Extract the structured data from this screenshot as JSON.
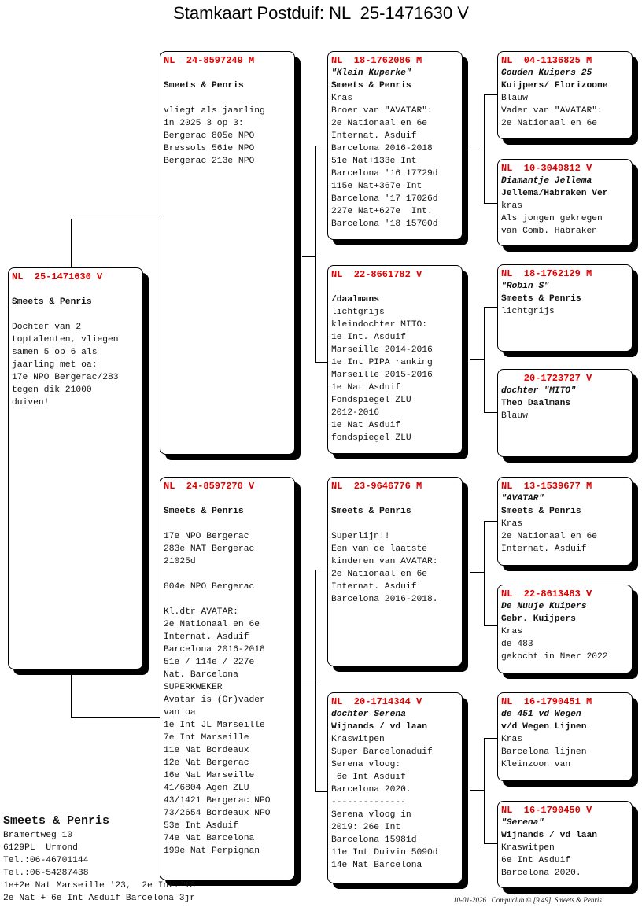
{
  "title": "Stamkaart Postduif: NL  25-1471630 V",
  "colors": {
    "ring": "#e00000",
    "text": "#111111"
  },
  "cards": {
    "subject": [
      {
        "s": "ring",
        "t": "NL  25-1471630 V"
      },
      {
        "s": "blank",
        "t": ""
      },
      {
        "s": "owner",
        "t": "Smeets & Penris"
      },
      {
        "s": "blank",
        "t": ""
      },
      {
        "s": "plain",
        "t": "Dochter van 2"
      },
      {
        "s": "plain",
        "t": "toptalenten, vliegen"
      },
      {
        "s": "plain",
        "t": "samen 5 op 6 als"
      },
      {
        "s": "plain",
        "t": "jaarling met oa:"
      },
      {
        "s": "plain",
        "t": "17e NPO Bergerac/283"
      },
      {
        "s": "plain",
        "t": "tegen dik 21000"
      },
      {
        "s": "plain",
        "t": "duiven!"
      }
    ],
    "sire": [
      {
        "s": "ring",
        "t": "NL  24-8597249 M"
      },
      {
        "s": "blank",
        "t": ""
      },
      {
        "s": "owner",
        "t": "Smeets & Penris"
      },
      {
        "s": "blank",
        "t": ""
      },
      {
        "s": "plain",
        "t": "vliegt als jaarling"
      },
      {
        "s": "plain",
        "t": "in 2025 3 op 3:"
      },
      {
        "s": "plain",
        "t": "Bergerac 805e NPO"
      },
      {
        "s": "plain",
        "t": "Bressols 561e NPO"
      },
      {
        "s": "plain",
        "t": "Bergerac 213e NPO"
      }
    ],
    "dam": [
      {
        "s": "ring",
        "t": "NL  24-8597270 V"
      },
      {
        "s": "blank",
        "t": ""
      },
      {
        "s": "owner",
        "t": "Smeets & Penris"
      },
      {
        "s": "blank",
        "t": ""
      },
      {
        "s": "plain",
        "t": "17e NPO Bergerac"
      },
      {
        "s": "plain",
        "t": "283e NAT Bergerac"
      },
      {
        "s": "plain",
        "t": "21025d"
      },
      {
        "s": "blank",
        "t": ""
      },
      {
        "s": "plain",
        "t": "804e NPO Bergerac"
      },
      {
        "s": "blank",
        "t": ""
      },
      {
        "s": "plain",
        "t": "Kl.dtr AVATAR:"
      },
      {
        "s": "plain",
        "t": "2e Nationaal en 6e"
      },
      {
        "s": "plain",
        "t": "Internat. Asduif"
      },
      {
        "s": "plain",
        "t": "Barcelona 2016-2018"
      },
      {
        "s": "plain",
        "t": "51e / 114e / 227e"
      },
      {
        "s": "plain",
        "t": "Nat. Barcelona"
      },
      {
        "s": "plain",
        "t": "SUPERKWEKER"
      },
      {
        "s": "plain",
        "t": "Avatar is (Gr)vader"
      },
      {
        "s": "plain",
        "t": "van oa"
      },
      {
        "s": "plain",
        "t": "1e Int JL Marseille"
      },
      {
        "s": "plain",
        "t": "7e Int Marseille"
      },
      {
        "s": "plain",
        "t": "11e Nat Bordeaux"
      },
      {
        "s": "plain",
        "t": "12e Nat Bergerac"
      },
      {
        "s": "plain",
        "t": "16e Nat Marseille"
      },
      {
        "s": "plain",
        "t": "41/6804 Agen ZLU"
      },
      {
        "s": "plain",
        "t": "43/1421 Bergerac NPO"
      },
      {
        "s": "plain",
        "t": "73/2654 Bordeaux NPO"
      },
      {
        "s": "plain",
        "t": "53e Int Asduif"
      },
      {
        "s": "plain",
        "t": "74e Nat Barcelona"
      },
      {
        "s": "plain",
        "t": "199e Nat Perpignan"
      }
    ],
    "ss": [
      {
        "s": "ring",
        "t": "NL  18-1762086 M"
      },
      {
        "s": "name",
        "t": "\"Klein Kuperke\""
      },
      {
        "s": "owner",
        "t": "Smeets & Penris"
      },
      {
        "s": "plain",
        "t": "Kras"
      },
      {
        "s": "plain",
        "t": "Broer van \"AVATAR\":"
      },
      {
        "s": "plain",
        "t": "2e Nationaal en 6e"
      },
      {
        "s": "plain",
        "t": "Internat. Asduif"
      },
      {
        "s": "plain",
        "t": "Barcelona 2016-2018"
      },
      {
        "s": "plain",
        "t": "51e Nat+133e Int"
      },
      {
        "s": "plain",
        "t": "Barcelona '16 17729d"
      },
      {
        "s": "plain",
        "t": "115e Nat+367e Int"
      },
      {
        "s": "plain",
        "t": "Barcelona '17 17026d"
      },
      {
        "s": "plain",
        "t": "227e Nat+627e  Int."
      },
      {
        "s": "plain",
        "t": "Barcelona '18 15700d"
      }
    ],
    "sd": [
      {
        "s": "ring",
        "t": "NL  22-8661782 V"
      },
      {
        "s": "blank",
        "t": ""
      },
      {
        "s": "owner",
        "t": "/daalmans"
      },
      {
        "s": "plain",
        "t": "lichtgrijs"
      },
      {
        "s": "plain",
        "t": "kleindochter MITO:"
      },
      {
        "s": "plain",
        "t": "1e Int. Asduif"
      },
      {
        "s": "plain",
        "t": "Marseille 2014-2016"
      },
      {
        "s": "plain",
        "t": "1e Int PIPA ranking"
      },
      {
        "s": "plain",
        "t": "Marseille 2015-2016"
      },
      {
        "s": "plain",
        "t": "1e Nat Asduif"
      },
      {
        "s": "plain",
        "t": "Fondspiegel ZLU"
      },
      {
        "s": "plain",
        "t": "2012-2016"
      },
      {
        "s": "plain",
        "t": "1e Nat Asduif"
      },
      {
        "s": "plain",
        "t": "fondspiegel ZLU"
      }
    ],
    "ds": [
      {
        "s": "ring",
        "t": "NL  23-9646776 M"
      },
      {
        "s": "blank",
        "t": ""
      },
      {
        "s": "owner",
        "t": "Smeets & Penris"
      },
      {
        "s": "blank",
        "t": ""
      },
      {
        "s": "plain",
        "t": "Superlijn!!"
      },
      {
        "s": "plain",
        "t": "Een van de laatste"
      },
      {
        "s": "plain",
        "t": "kinderen van AVATAR:"
      },
      {
        "s": "plain",
        "t": "2e Nationaal en 6e"
      },
      {
        "s": "plain",
        "t": "Internat. Asduif"
      },
      {
        "s": "plain",
        "t": "Barcelona 2016-2018."
      }
    ],
    "dd": [
      {
        "s": "ring",
        "t": "NL  20-1714344 V"
      },
      {
        "s": "name",
        "t": "dochter Serena"
      },
      {
        "s": "owner",
        "t": "Wijnands / vd laan"
      },
      {
        "s": "plain",
        "t": "Kraswitpen"
      },
      {
        "s": "plain",
        "t": "Super Barcelonaduif"
      },
      {
        "s": "plain",
        "t": "Serena vloog:"
      },
      {
        "s": "plain",
        "t": " 6e Int Asduif"
      },
      {
        "s": "plain",
        "t": "Barcelona 2020."
      },
      {
        "s": "plain",
        "t": "--------------"
      },
      {
        "s": "plain",
        "t": "Serena vloog in"
      },
      {
        "s": "plain",
        "t": "2019: 26e Int"
      },
      {
        "s": "plain",
        "t": "Barcelona 15981d"
      },
      {
        "s": "plain",
        "t": "11e Int Duivin 5090d"
      },
      {
        "s": "plain",
        "t": "14e Nat Barcelona"
      }
    ],
    "sss": [
      {
        "s": "ring",
        "t": "NL  04-1136825 M"
      },
      {
        "s": "name",
        "t": "Gouden Kuipers 25"
      },
      {
        "s": "owner",
        "t": "Kuijpers/ Florizoone"
      },
      {
        "s": "plain",
        "t": "Blauw"
      },
      {
        "s": "plain",
        "t": "Vader van \"AVATAR\":"
      },
      {
        "s": "plain",
        "t": "2e Nationaal en 6e"
      }
    ],
    "ssd": [
      {
        "s": "ring",
        "t": "NL  10-3049812 V"
      },
      {
        "s": "name",
        "t": "Diamantje Jellema"
      },
      {
        "s": "owner",
        "t": "Jellema/Habraken Ver"
      },
      {
        "s": "plain",
        "t": "kras"
      },
      {
        "s": "plain",
        "t": "Als jongen gekregen"
      },
      {
        "s": "plain",
        "t": "van Comb. Habraken"
      }
    ],
    "sds": [
      {
        "s": "ring",
        "t": "NL  18-1762129 M"
      },
      {
        "s": "name",
        "t": "\"Robin S\""
      },
      {
        "s": "owner",
        "t": "Smeets & Penris"
      },
      {
        "s": "plain",
        "t": "lichtgrijs"
      }
    ],
    "sdd": [
      {
        "s": "ring",
        "t": "    20-1723727 V"
      },
      {
        "s": "name",
        "t": "dochter \"MITO\""
      },
      {
        "s": "owner",
        "t": "Theo Daalmans"
      },
      {
        "s": "plain",
        "t": "Blauw"
      }
    ],
    "dss": [
      {
        "s": "ring",
        "t": "NL  13-1539677 M"
      },
      {
        "s": "name",
        "t": "\"AVATAR\""
      },
      {
        "s": "owner",
        "t": "Smeets & Penris"
      },
      {
        "s": "plain",
        "t": "Kras"
      },
      {
        "s": "plain",
        "t": "2e Nationaal en 6e"
      },
      {
        "s": "plain",
        "t": "Internat. Asduif"
      }
    ],
    "dsd": [
      {
        "s": "ring",
        "t": "NL  22-8613483 V"
      },
      {
        "s": "name",
        "t": "De Nuuje Kuipers"
      },
      {
        "s": "owner",
        "t": "Gebr. Kuijpers"
      },
      {
        "s": "plain",
        "t": "Kras"
      },
      {
        "s": "plain",
        "t": "de 483"
      },
      {
        "s": "plain",
        "t": "gekocht in Neer 2022"
      }
    ],
    "dds": [
      {
        "s": "ring",
        "t": "NL  16-1790451 M"
      },
      {
        "s": "name",
        "t": "de 451 vd Wegen"
      },
      {
        "s": "owner",
        "t": "v/d Wegen Lijnen"
      },
      {
        "s": "plain",
        "t": "Kras"
      },
      {
        "s": "plain",
        "t": "Barcelona lijnen"
      },
      {
        "s": "plain",
        "t": "Kleinzoon van"
      }
    ],
    "ddd": [
      {
        "s": "ring",
        "t": "NL  16-1790450 V"
      },
      {
        "s": "name",
        "t": "\"Serena\""
      },
      {
        "s": "owner",
        "t": "Wijnands / vd laan"
      },
      {
        "s": "plain",
        "t": "Kraswitpen"
      },
      {
        "s": "plain",
        "t": "6e Int Asduif"
      },
      {
        "s": "plain",
        "t": "Barcelona 2020."
      }
    ]
  },
  "breeder": {
    "name": "Smeets & Penris",
    "address": "Bramertweg 10",
    "city": "6129PL  Urmond",
    "phone1": "Tel.:06-46701144",
    "phone2": "Tel.:06-54287438",
    "achievement1": "1e+2e Nat Marseille '23,  2e Int.'18",
    "achievement2": "2e Nat + 6e Int Asduif Barcelona 3jr"
  },
  "footer": "10-01-2026   Compuclub © [9.49]  Smeets & Penris"
}
